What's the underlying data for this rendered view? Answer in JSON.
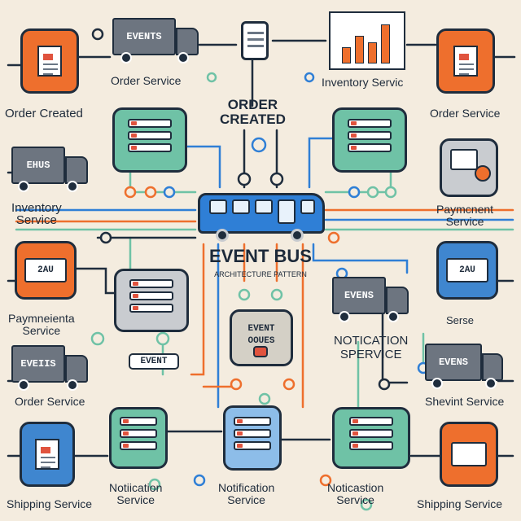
{
  "top": {
    "events_truck": "EVENTS",
    "order_service": "Order Service",
    "inventory_service": "Inventory Servic",
    "order_created_heading_1": "ORDER",
    "order_created_heading_2": "CREATED"
  },
  "left": {
    "order_created": "Order Created",
    "ehus_truck": "EHUS",
    "inventory_service_1": "Inventory",
    "inventory_service_2": "Service",
    "payment_card": "2AU",
    "payment_service_1": "Paymneienta",
    "payment_service_2": "Service",
    "evens_truck": "EVEIIS",
    "order_service": "Order Service",
    "shipping_service": "Shipping Service"
  },
  "right": {
    "order_service": "Order Service",
    "payment_service_1": "Paymcnent",
    "payment_service_2": "Service",
    "service_card": "2AU",
    "serse": "Serse",
    "evens_truck": "EVENS",
    "shevint_service": "Shevint Service",
    "shipping_service": "Shipping Service"
  },
  "center": {
    "title": "EVENT BUS",
    "subtitle": "ARCHITECTURE PATTERN",
    "event_pill": "EVENT",
    "event_queue_1": "EVENT",
    "event_queue_2": "OOUES",
    "evens_truck": "EVENS",
    "notification_service_1": "NOTICATION",
    "notification_service_2": "SPERVICE"
  },
  "bottom": {
    "notification_service_1a": "Notiication",
    "notification_service_1b": "Service",
    "notification_service_2a": "Notification",
    "notification_service_2b": "Service",
    "notification_service_3a": "Noticastion",
    "notification_service_3b": "Service"
  },
  "colors": {
    "orange": "#ee6f2d",
    "green": "#6fc2a6",
    "blue": "#3f86cf",
    "navy": "#1f2d3d",
    "background": "#f4ecdf"
  }
}
